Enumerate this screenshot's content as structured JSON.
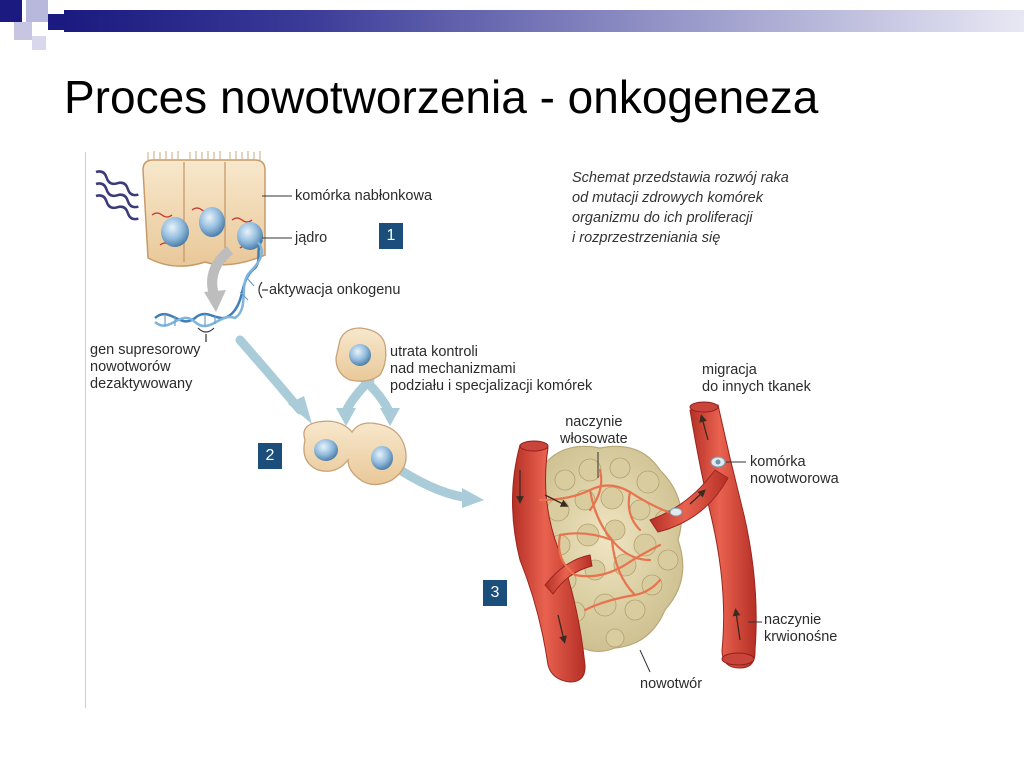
{
  "title": "Proces nowotworzenia - onkogeneza",
  "caption": "Schemat przedstawia rozwój raka\nod mutacji zdrowych komórek\norganizmu do ich proliferacji\ni rozprzestrzeniania się",
  "steps": [
    "1",
    "2",
    "3"
  ],
  "labels": {
    "epithelial_cell": "komórka nabłonkowa",
    "nucleus": "jądro",
    "oncogene_activation": "aktywacja onkogenu",
    "suppressor_gene": "gen supresorowy\nnowotworów\ndezaktywowany",
    "loss_of_control": "utrata kontroli\nnad mechanizmami\npodziału i specjalizacji komórek",
    "capillaries": "naczynie\nwłosowate",
    "migration": "migracja\ndo innych tkanek",
    "tumor_cell": "komórka\nnowotworowa",
    "blood_vessels": "naczynie\nkrwionośne",
    "tumor": "nowotwór"
  },
  "colors": {
    "step_box": "#1b4e7a",
    "vessel": "#d9473a",
    "tumor": "#e3d6a8",
    "cell": "#f2d9b0",
    "nucleus": "#8fb9dc",
    "arrow": "#a9ccd8"
  }
}
